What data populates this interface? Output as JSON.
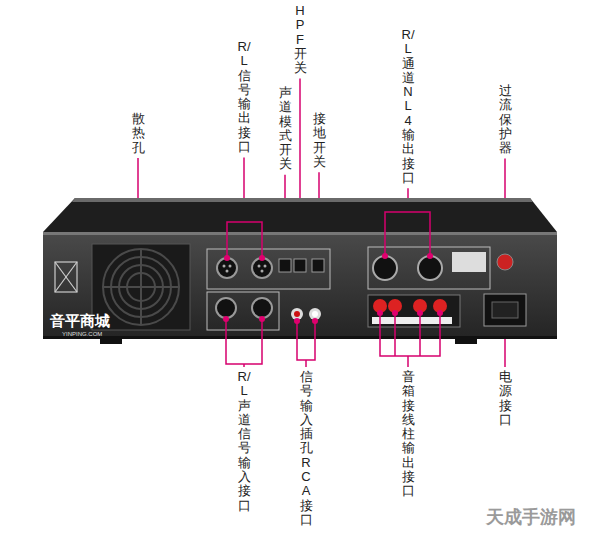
{
  "diagram": {
    "labels": [
      "散热孔",
      "R/L信号输出接口",
      "HPF开关",
      "声道模式开关",
      "接地开关",
      "R/L通道NL4输出接口",
      "过流保护器",
      "R/L声道信号输入接口",
      "信号输入插孔RCA接口",
      "音箱接线柱输出接口",
      "电源接口",
      "音平商城",
      "YINPING.COM",
      "天成手游网"
    ]
  }
}
